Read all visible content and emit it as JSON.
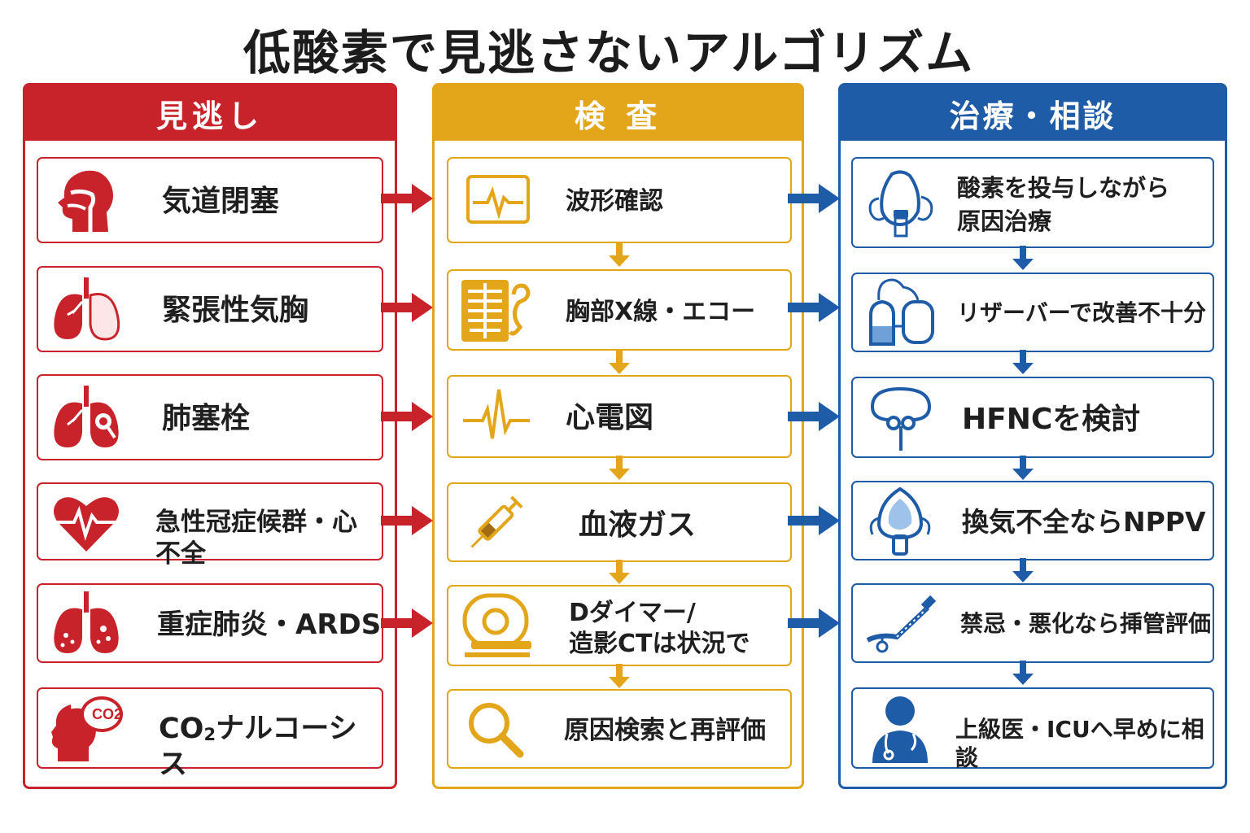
{
  "title": "低酸素で見逃さないアルゴリズム",
  "colors": {
    "red": "#c8232a",
    "yellow": "#e3a61a",
    "blue": "#1f5ca8"
  },
  "columns": {
    "miss": {
      "header": "見逃し",
      "items": [
        {
          "label": "気道閉塞",
          "icon": "airway-head-icon"
        },
        {
          "label": "緊張性気胸",
          "icon": "lungs-icon"
        },
        {
          "label": "肺塞栓",
          "icon": "lungs-embolus-icon"
        },
        {
          "label": "急性冠症候群・心不全",
          "icon": "heart-ecg-icon"
        },
        {
          "label": "重症肺炎・ARDS",
          "icon": "lungs-pneumonia-icon"
        },
        {
          "label_main": "CO",
          "label_sub": "2",
          "label_rest": "ナルコーシス",
          "icon_text": "CO2",
          "icon": "co2-head-icon"
        }
      ]
    },
    "test": {
      "header": "検 査",
      "items": [
        {
          "label": "波形確認",
          "icon": "monitor-waveform-icon"
        },
        {
          "label": "胸部X線・エコー",
          "icon": "xray-ultrasound-icon"
        },
        {
          "label": "心電図",
          "icon": "ecg-icon"
        },
        {
          "label": "血液ガス",
          "icon": "syringe-icon"
        },
        {
          "label_line1": "Dダイマー/",
          "label_line2": "造影CTは状況で",
          "icon": "ct-scanner-icon"
        },
        {
          "label": "原因検索と再評価",
          "icon": "magnifier-icon"
        }
      ]
    },
    "treat": {
      "header": "治療・相談",
      "items": [
        {
          "label_line1": "酸素を投与しながら",
          "label_line2": "原因治療",
          "icon": "oxygen-mask-icon"
        },
        {
          "label": "リザーバーで改善不十分",
          "icon": "reservoir-mask-icon"
        },
        {
          "label": "HFNCを検討",
          "icon": "nasal-cannula-icon"
        },
        {
          "label": "換気不全ならNPPV",
          "icon": "nppv-mask-icon"
        },
        {
          "label": "禁忌・悪化なら挿管評価",
          "icon": "endotracheal-tube-icon"
        },
        {
          "label": "上級医・ICUへ早めに相談",
          "icon": "doctor-icon"
        }
      ]
    }
  }
}
